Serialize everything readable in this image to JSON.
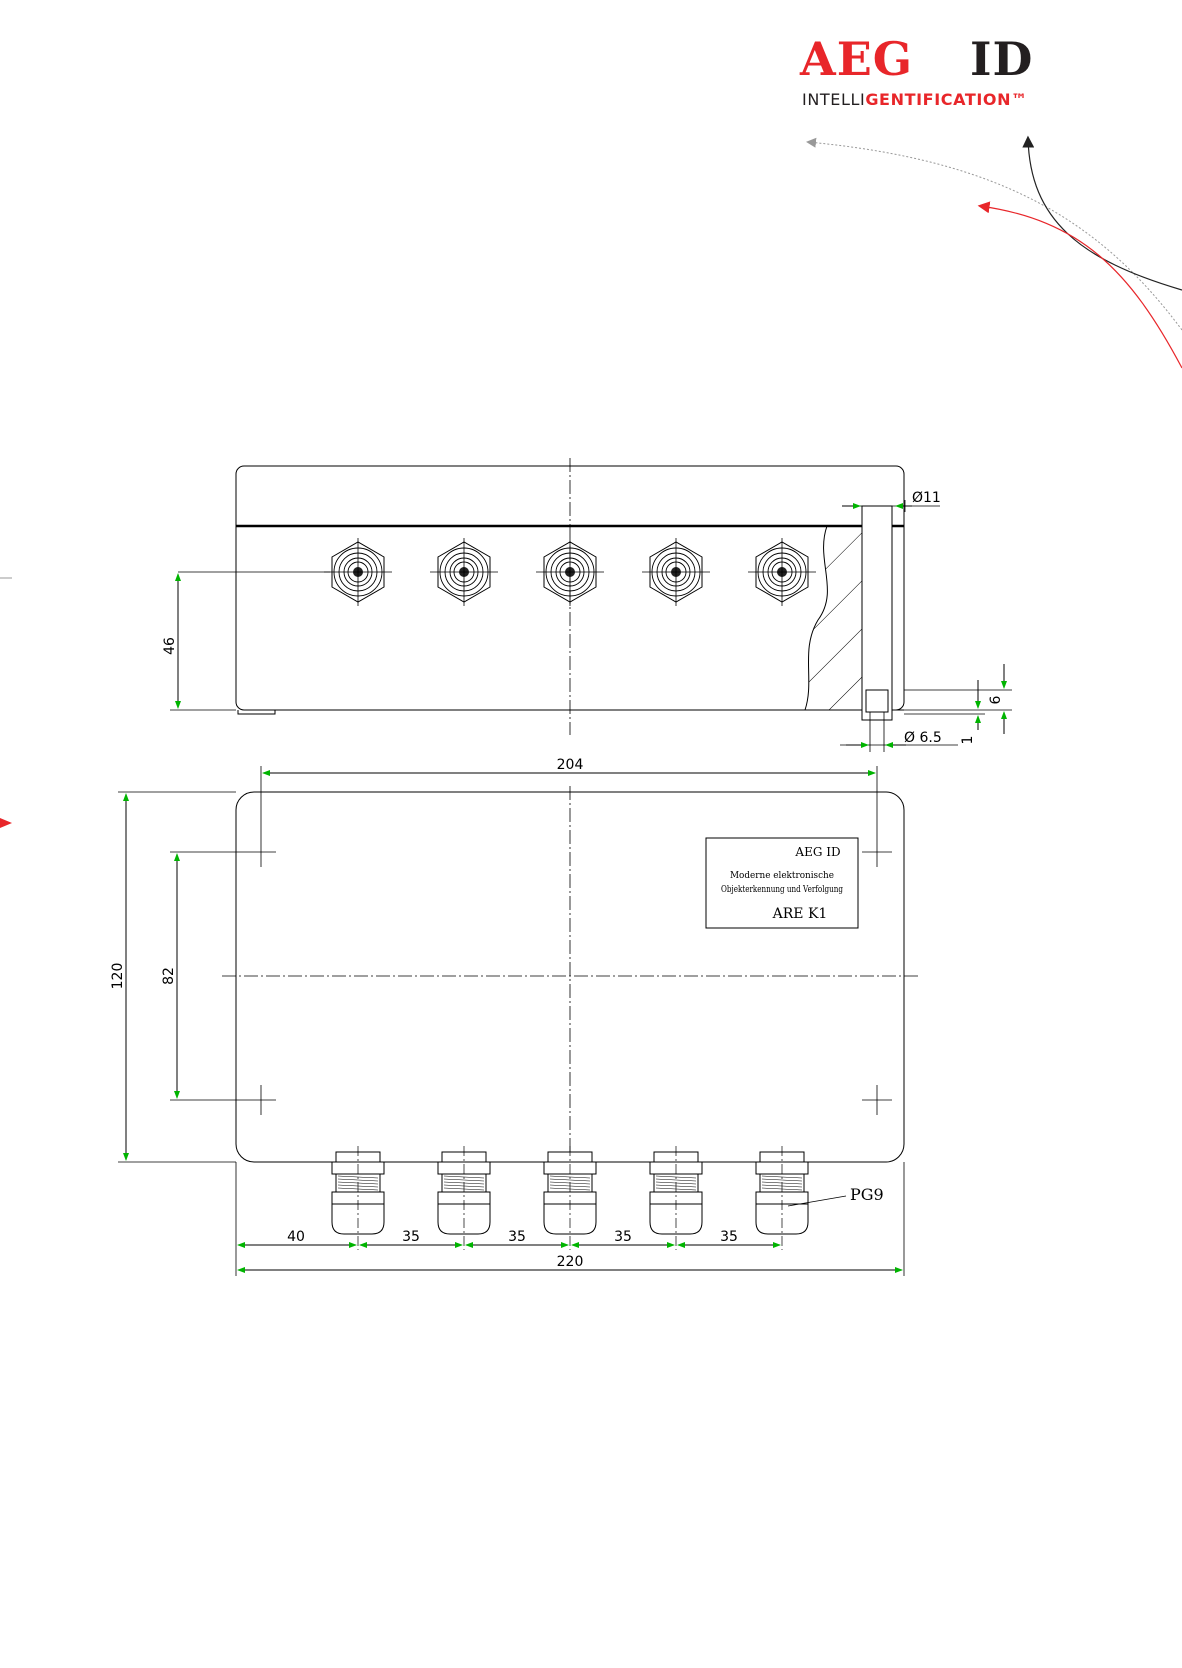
{
  "logo": {
    "brand": "AEG",
    "suffix": "ID",
    "tagline_a": "INTELLI",
    "tagline_b": "GENT",
    "tagline_c": "IFICATION™",
    "colors": {
      "red": "#e8262a",
      "dark": "#231f20"
    }
  },
  "side_view": {
    "dim_height": "46",
    "dim_bore_top": "Ø11",
    "dim_bore_bottom": "Ø 6.5",
    "dim_foot_height": "6",
    "dim_foot_gap": "1"
  },
  "top_view": {
    "dim_hole_spacing": "204",
    "dim_total_height": "120",
    "dim_hole_vertical": "82",
    "dim_overall_width": "220",
    "dim_first_gland": "40",
    "dim_gland_pitch": [
      "35",
      "35",
      "35",
      "35"
    ],
    "gland_type": "PG9",
    "nameplate": {
      "line1": "AEG ID",
      "line2": "Moderne elektronische",
      "line3": "Objekterkennung und Verfolgung",
      "line4": "ARE K1"
    }
  },
  "colors": {
    "line": "#000000",
    "arrow": "#00b400",
    "hatch": "#000000"
  }
}
